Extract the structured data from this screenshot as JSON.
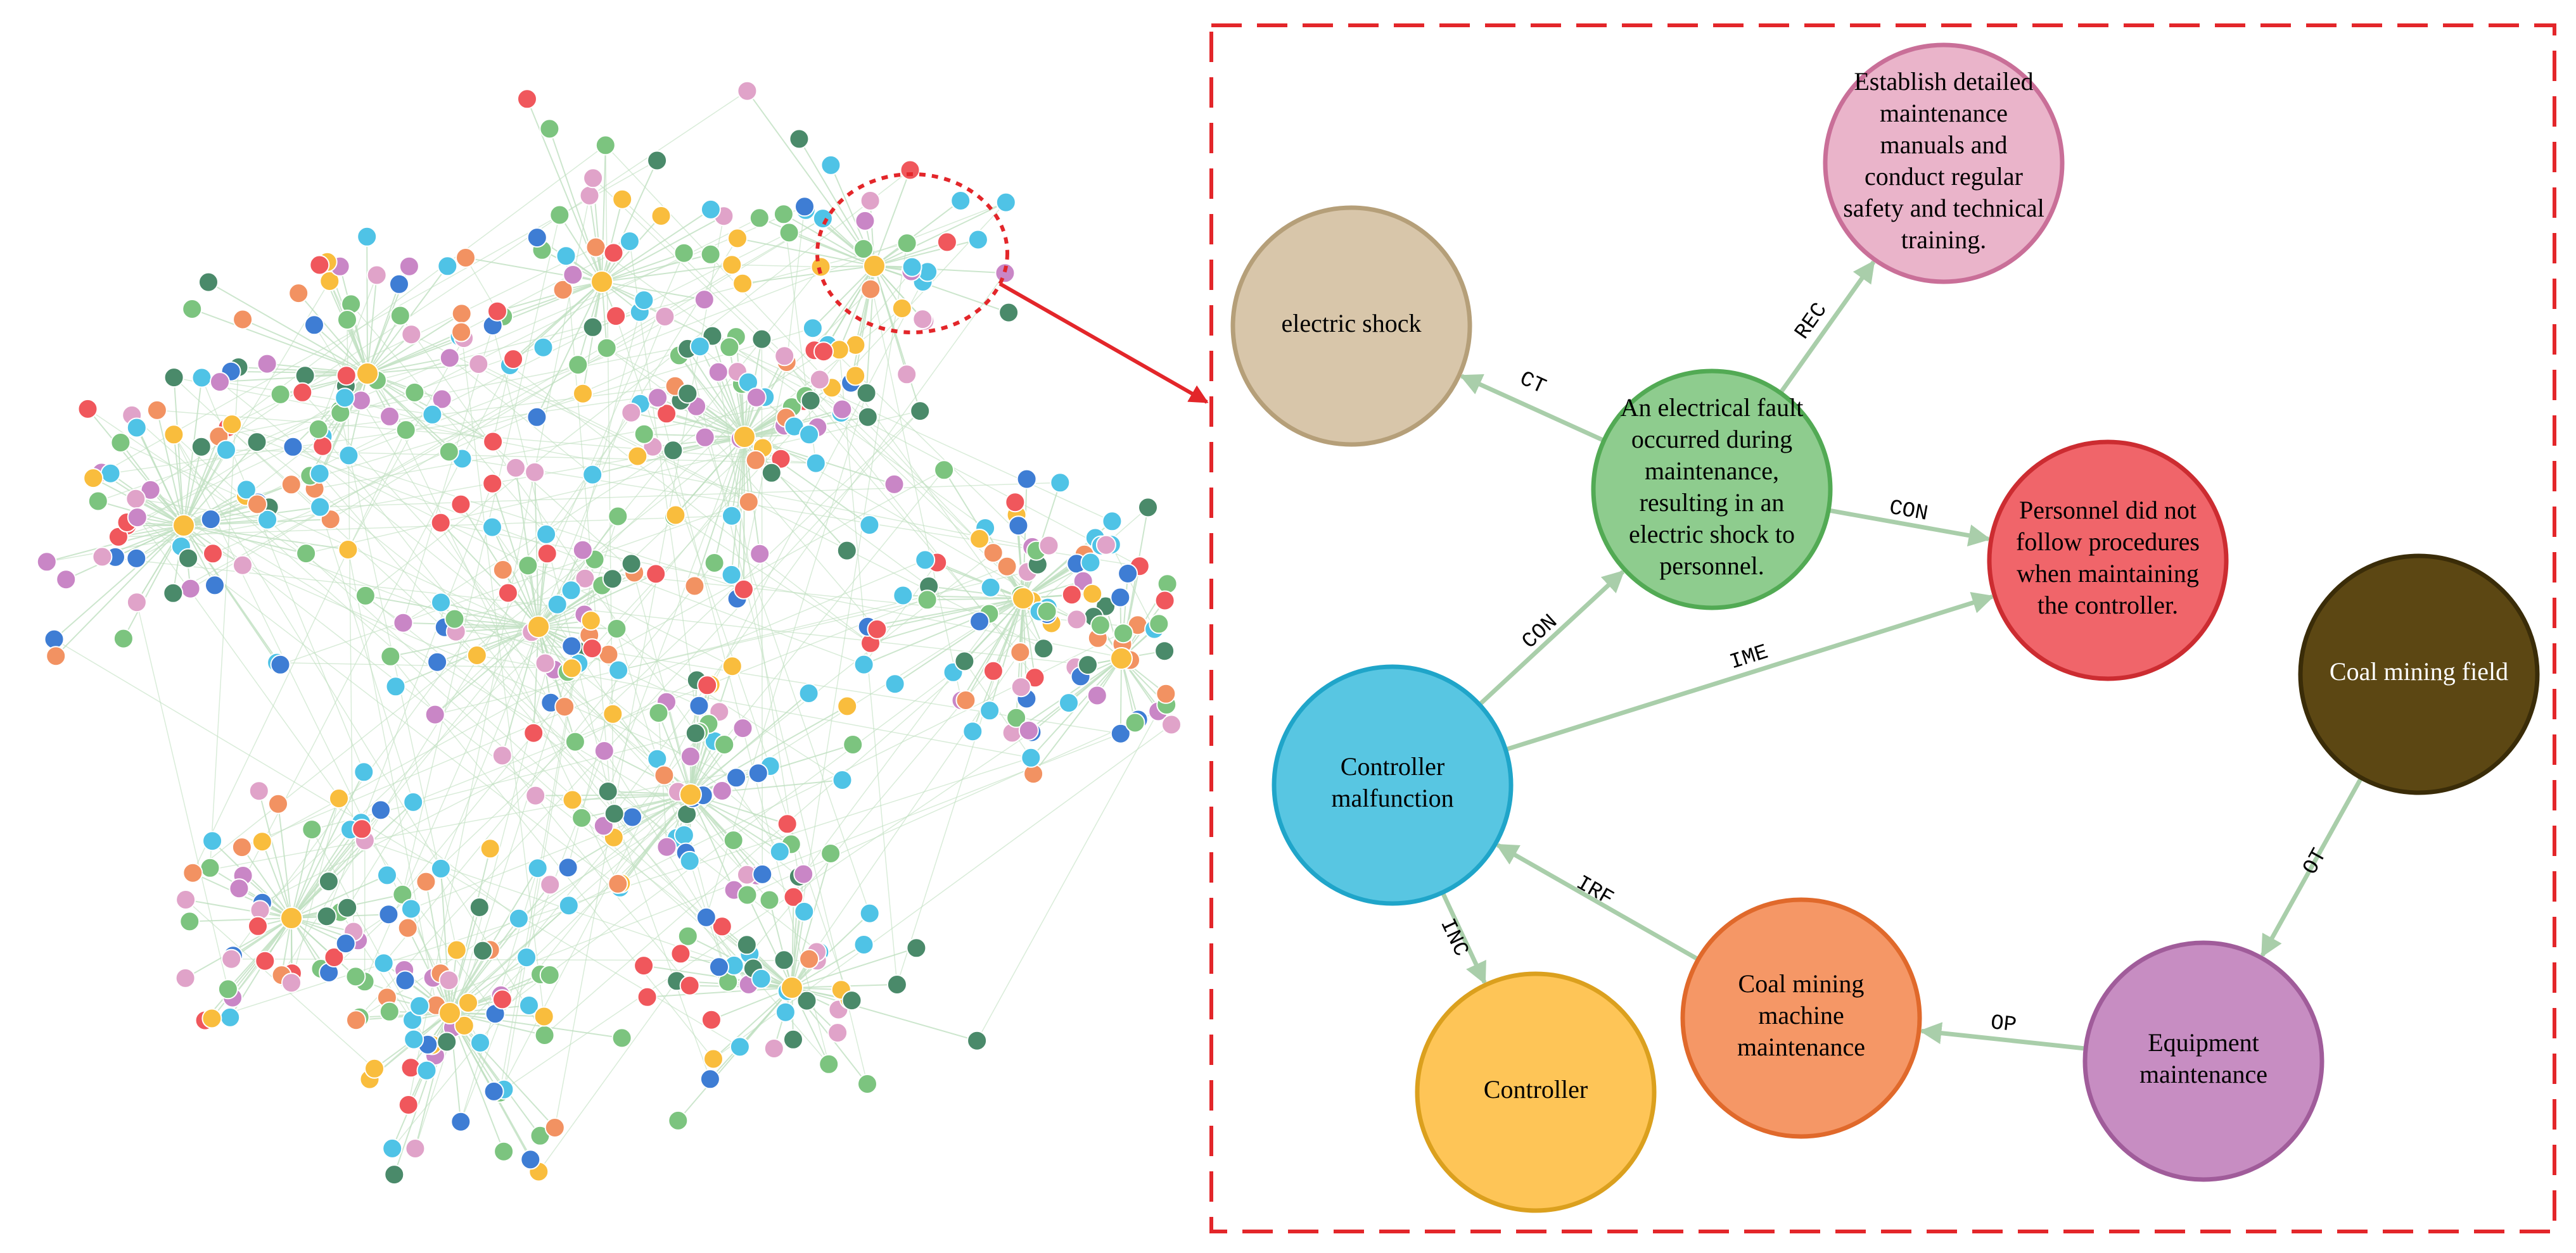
{
  "colors": {
    "edge": "#a9ceaa",
    "frame": "#e3262a",
    "callout": "#e3262a",
    "overview_edge": "#bfe0c0"
  },
  "detail_graph": {
    "nodes": [
      {
        "id": "electric_shock",
        "label": [
          "electric shock"
        ],
        "fill": "#d8c6aa",
        "stroke": "#b59f79",
        "text": "dark"
      },
      {
        "id": "establish_manuals",
        "label": [
          "Establish detailed",
          "maintenance",
          "manuals and",
          "conduct regular",
          "safety and technical",
          "training."
        ],
        "fill": "#eab4ca",
        "stroke": "#c96f98",
        "text": "dark"
      },
      {
        "id": "electrical_fault",
        "label": [
          "An electrical fault",
          "occurred during",
          "maintenance,",
          "resulting in an",
          "electric shock to",
          "personnel."
        ],
        "fill": "#8ecc8e",
        "stroke": "#52aa54",
        "text": "dark"
      },
      {
        "id": "personnel_procedures",
        "label": [
          "Personnel did not",
          "follow procedures",
          "when maintaining",
          "the controller."
        ],
        "fill": "#f0656a",
        "stroke": "#cc2c31",
        "text": "dark"
      },
      {
        "id": "coal_mining_field",
        "label": [
          "Coal mining field"
        ],
        "fill": "#5c4713",
        "stroke": "#3a2c08",
        "text": "light"
      },
      {
        "id": "controller_malfunction",
        "label": [
          "Controller",
          "malfunction"
        ],
        "fill": "#58c6e2",
        "stroke": "#1fa5c9",
        "text": "dark"
      },
      {
        "id": "controller",
        "label": [
          "Controller"
        ],
        "fill": "#fec557",
        "stroke": "#dba01e",
        "text": "dark"
      },
      {
        "id": "coal_machine_maintenance",
        "label": [
          "Coal mining",
          "machine",
          "maintenance"
        ],
        "fill": "#f59766",
        "stroke": "#e0692b",
        "text": "dark"
      },
      {
        "id": "equipment_maintenance",
        "label": [
          "Equipment",
          "maintenance"
        ],
        "fill": "#c78dc2",
        "stroke": "#a05c9a",
        "text": "dark"
      }
    ],
    "edges": [
      {
        "from": "electrical_fault",
        "to": "electric_shock",
        "label": "CT"
      },
      {
        "from": "electrical_fault",
        "to": "establish_manuals",
        "label": "REC"
      },
      {
        "from": "electrical_fault",
        "to": "personnel_procedures",
        "label": "CON"
      },
      {
        "from": "controller_malfunction",
        "to": "electrical_fault",
        "label": "CON"
      },
      {
        "from": "controller_malfunction",
        "to": "personnel_procedures",
        "label": "IME"
      },
      {
        "from": "controller_malfunction",
        "to": "controller",
        "label": "INC"
      },
      {
        "from": "coal_machine_maintenance",
        "to": "controller_malfunction",
        "label": "IRF"
      },
      {
        "from": "equipment_maintenance",
        "to": "coal_machine_maintenance",
        "label": "OP"
      },
      {
        "from": "coal_mining_field",
        "to": "equipment_maintenance",
        "label": "OT"
      }
    ]
  },
  "overview_graph": {
    "palette": [
      "#4fc3e6",
      "#7cc47f",
      "#7cc47f",
      "#4fc3e6",
      "#f0575c",
      "#f9bd3d",
      "#4a8a6a",
      "#f29262",
      "#e0a3c9",
      "#c986c6",
      "#3e7dd4"
    ],
    "node_count": 620
  }
}
